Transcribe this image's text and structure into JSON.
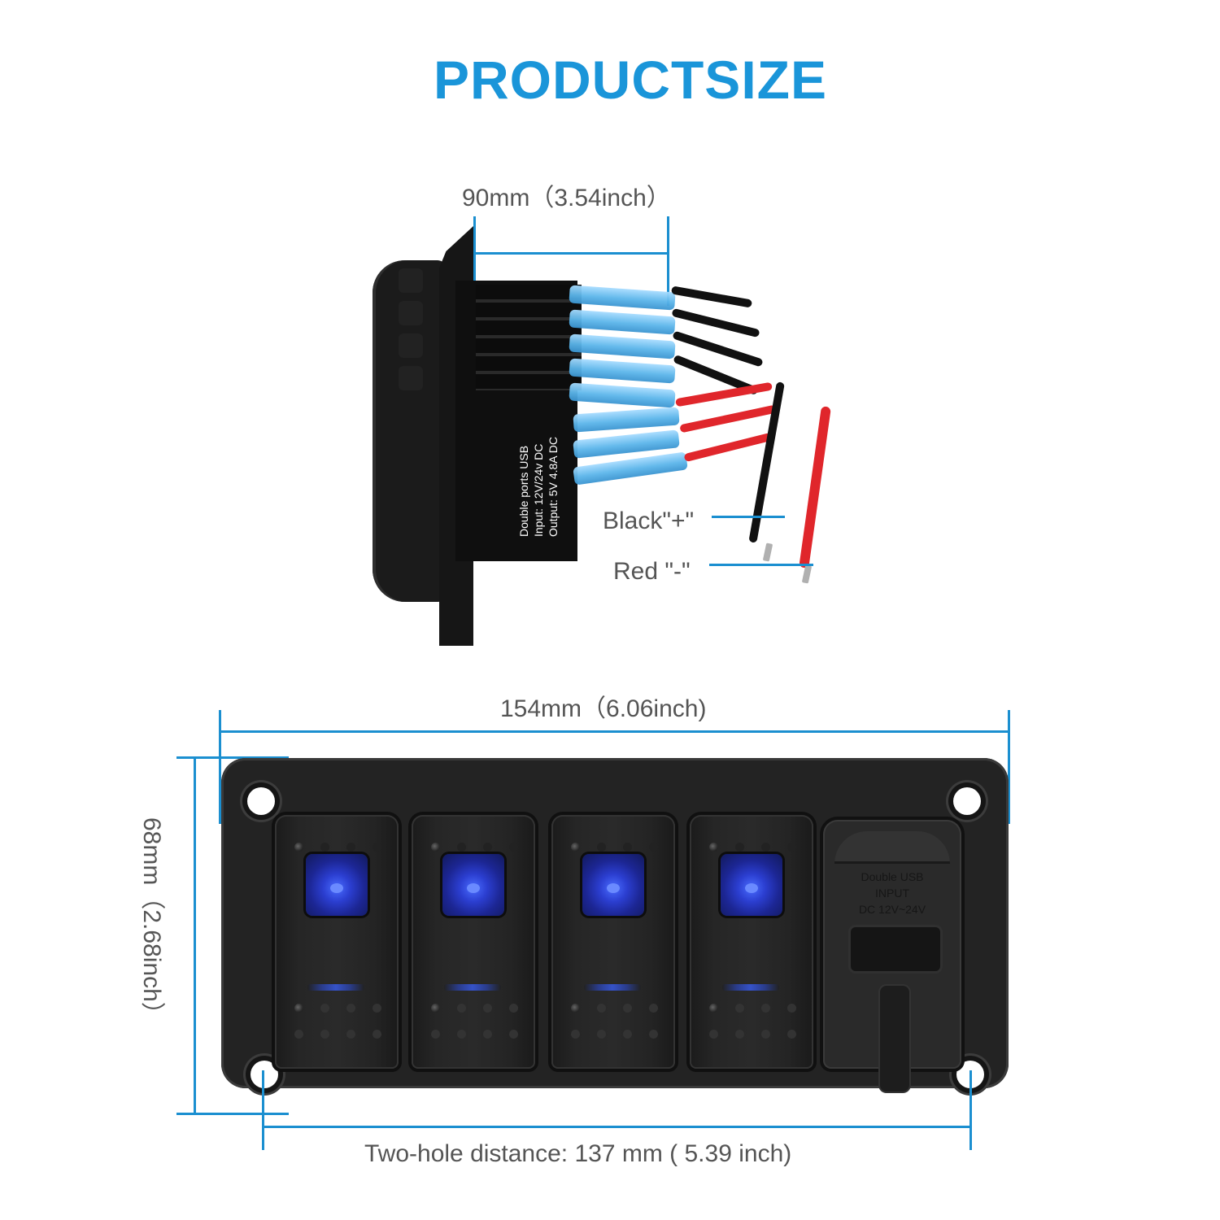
{
  "title": "PRODUCTSIZE",
  "colors": {
    "title": "#1a95d9",
    "dimension_line": "#1b8fd0",
    "label_text": "#555555",
    "panel": "#232323",
    "led_blue": "#2b3ed0",
    "wire_red": "#e0262b",
    "wire_black": "#111111",
    "connector_blue": "#5bb5ea"
  },
  "side_view": {
    "depth_label": "90mm（3.54inch）",
    "usb_module_label": {
      "line1": "Double ports USB",
      "line2": "Input:  12V/24v DC",
      "line3": "Output: 5V 4.8A DC"
    },
    "wire_labels": {
      "black": "Black\"+\"",
      "red": "Red \"-\""
    }
  },
  "front_view": {
    "width_label": "154mm（6.06inch)",
    "height_label": "68mm（2.68inch）",
    "hole_distance_label": "Two-hole distance: 137 mm ( 5.39 inch)",
    "rocker_switch_count": 4,
    "usb_socket_text": {
      "line1": "Double USB",
      "line2": "INPUT",
      "line3": "DC 12V~24V"
    }
  }
}
